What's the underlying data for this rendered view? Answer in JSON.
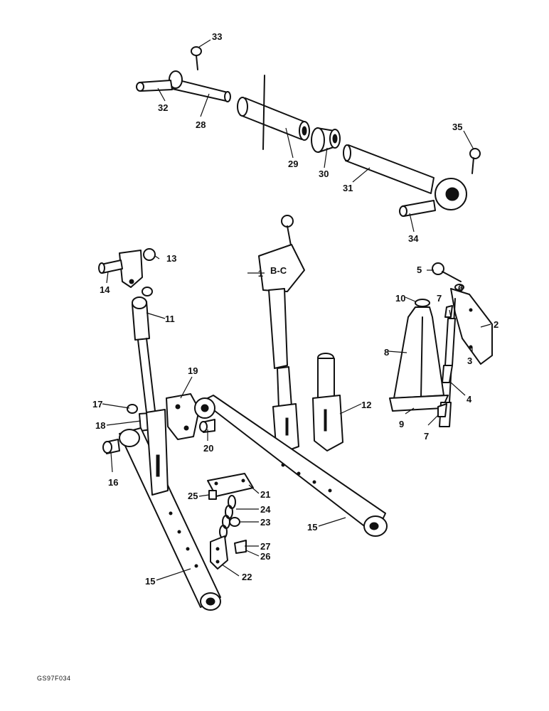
{
  "figure_code": "GS97F034",
  "callouts": [
    "1",
    "2",
    "3",
    "4",
    "5",
    "6",
    "7",
    "8",
    "9",
    "10",
    "11",
    "12",
    "13",
    "14",
    "15",
    "16",
    "17",
    "18",
    "19",
    "20",
    "21",
    "22",
    "23",
    "24",
    "25",
    "26",
    "27",
    "28",
    "29",
    "30",
    "31",
    "32",
    "33",
    "34",
    "35"
  ]
}
